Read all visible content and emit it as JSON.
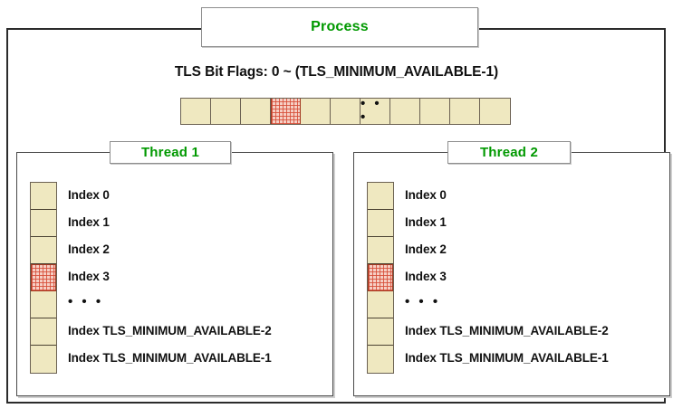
{
  "diagram": {
    "type": "tls-slot-diagram",
    "colors": {
      "label_green": "#009900",
      "slot_free_fill": "#EFE8C0",
      "slot_allocated_fill": "#F6CFC4",
      "slot_allocated_hatch": "#D64D37",
      "slot_border": "#6B6152",
      "frame_border": "#2B2B2B",
      "text": "#111111",
      "background": "#FFFFFF"
    }
  },
  "process": {
    "title": "Process"
  },
  "tls_flags": {
    "heading": "TLS Bit Flags: 0 ~ (TLS_MINIMUM_AVAILABLE-1)",
    "cell_count": 11,
    "allocated_cell_index": 3,
    "ellipsis_cell_index": 6,
    "ellipsis": "• • •",
    "cells": [
      {
        "state": "free"
      },
      {
        "state": "free"
      },
      {
        "state": "free"
      },
      {
        "state": "allocated"
      },
      {
        "state": "free"
      },
      {
        "state": "free"
      },
      {
        "state": "ellipsis"
      },
      {
        "state": "free"
      },
      {
        "state": "free"
      },
      {
        "state": "free"
      },
      {
        "state": "free"
      }
    ]
  },
  "threads": [
    {
      "title": "Thread 1",
      "slots": [
        {
          "label": "Index 0",
          "state": "free"
        },
        {
          "label": "Index 1",
          "state": "free"
        },
        {
          "label": "Index 2",
          "state": "free"
        },
        {
          "label": "Index 3",
          "state": "allocated"
        },
        {
          "label": "• • •",
          "state": "free"
        },
        {
          "label": "Index TLS_MINIMUM_AVAILABLE-2",
          "state": "free"
        },
        {
          "label": "Index TLS_MINIMUM_AVAILABLE-1",
          "state": "free"
        }
      ]
    },
    {
      "title": "Thread 2",
      "slots": [
        {
          "label": "Index 0",
          "state": "free"
        },
        {
          "label": "Index 1",
          "state": "free"
        },
        {
          "label": "Index 2",
          "state": "free"
        },
        {
          "label": "Index 3",
          "state": "allocated"
        },
        {
          "label": "• • •",
          "state": "free"
        },
        {
          "label": "Index TLS_MINIMUM_AVAILABLE-2",
          "state": "free"
        },
        {
          "label": "Index TLS_MINIMUM_AVAILABLE-1",
          "state": "free"
        }
      ]
    }
  ]
}
